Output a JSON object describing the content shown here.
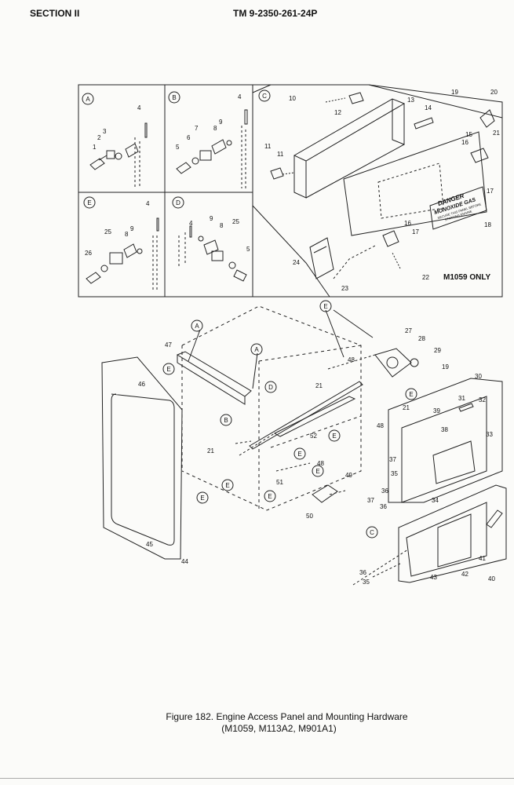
{
  "header": {
    "section": "SECTION II",
    "tm_number": "TM 9-2350-261-24P"
  },
  "top_panels": [
    {
      "letter": "A",
      "callouts": [
        "1",
        "2",
        "3",
        "4"
      ]
    },
    {
      "letter": "B",
      "callouts": [
        "4",
        "5",
        "6",
        "7",
        "8",
        "9"
      ]
    },
    {
      "letter": "E",
      "callouts": [
        "4",
        "8",
        "9",
        "25",
        "26"
      ]
    },
    {
      "letter": "D",
      "callouts": [
        "4",
        "5",
        "8",
        "9",
        "25"
      ]
    },
    {
      "letter": "C",
      "callouts": [
        "10",
        "11",
        "12",
        "13",
        "14",
        "15",
        "16",
        "17",
        "18",
        "19",
        "20",
        "21",
        "22",
        "23",
        "24"
      ],
      "note": "M1059 ONLY"
    }
  ],
  "sign_text": [
    "DANGER",
    "MONOXIDE GAS",
    "SECURE THIS PANEL BEFORE",
    "STARTING ENGINE"
  ],
  "lower_callouts": [
    "21",
    "27",
    "28",
    "29",
    "19",
    "30",
    "31",
    "32",
    "33",
    "34",
    "35",
    "36",
    "37",
    "38",
    "39",
    "40",
    "41",
    "42",
    "43",
    "44",
    "45",
    "46",
    "47",
    "48",
    "49",
    "50",
    "51",
    "52"
  ],
  "lower_circles": [
    "A",
    "A",
    "B",
    "C",
    "D",
    "E",
    "E",
    "E",
    "E",
    "E",
    "E",
    "E",
    "E",
    "E"
  ],
  "caption": {
    "line1": "Figure 182.  Engine Access Panel and Mounting Hardware",
    "line2": "(M1059, M113A2, M901A1)"
  }
}
